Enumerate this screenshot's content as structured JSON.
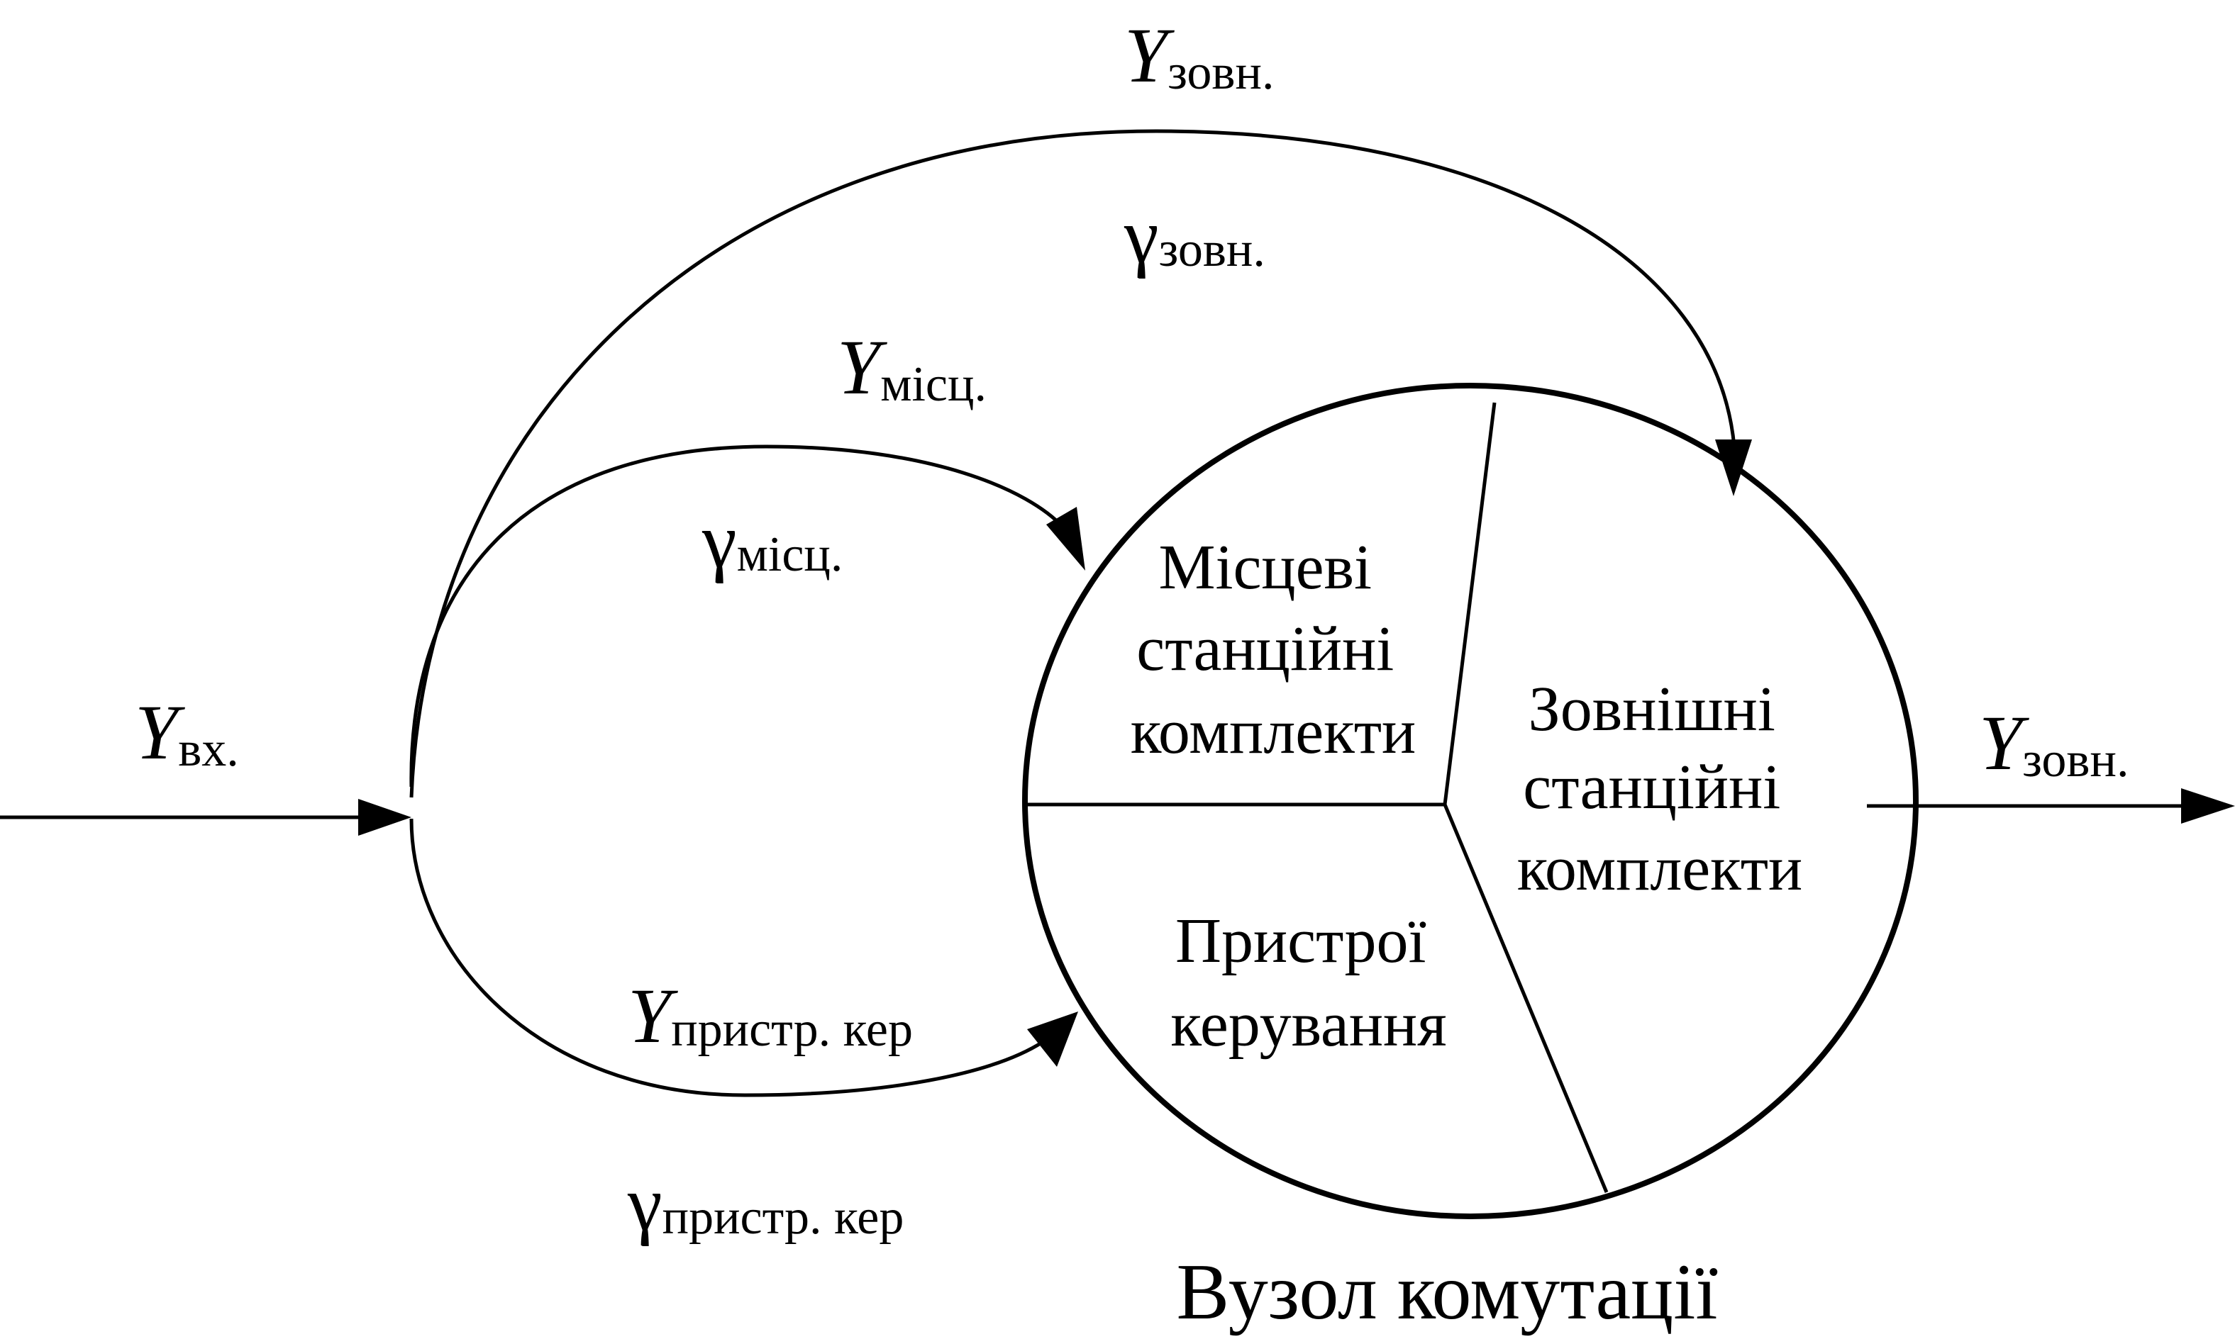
{
  "labels": {
    "y_vkh": {
      "symbol": "Y",
      "sub": "вх."
    },
    "y_zovn_top": {
      "symbol": "Y",
      "sub": "зовн."
    },
    "gamma_zovn": {
      "symbol": "γ",
      "sub": "зовн."
    },
    "y_mists": {
      "symbol": "Y",
      "sub": "місц."
    },
    "gamma_mists": {
      "symbol": "γ",
      "sub": "місц."
    },
    "y_prystr": {
      "symbol": "Y",
      "sub": "пристр. кер"
    },
    "gamma_prystr": {
      "symbol": "γ",
      "sub": "пристр. кер"
    },
    "y_zovn_out": {
      "symbol": "Y",
      "sub": "зовн."
    }
  },
  "segments": {
    "local": [
      "Місцеві",
      "станційні",
      "комплекти"
    ],
    "external": [
      "Зовнішні",
      "станційні",
      "комплекти"
    ],
    "control": [
      "Пристрої",
      "керування"
    ]
  },
  "caption": "Вузол комутації",
  "colors": {
    "stroke": "#000000",
    "background": "#ffffff"
  }
}
